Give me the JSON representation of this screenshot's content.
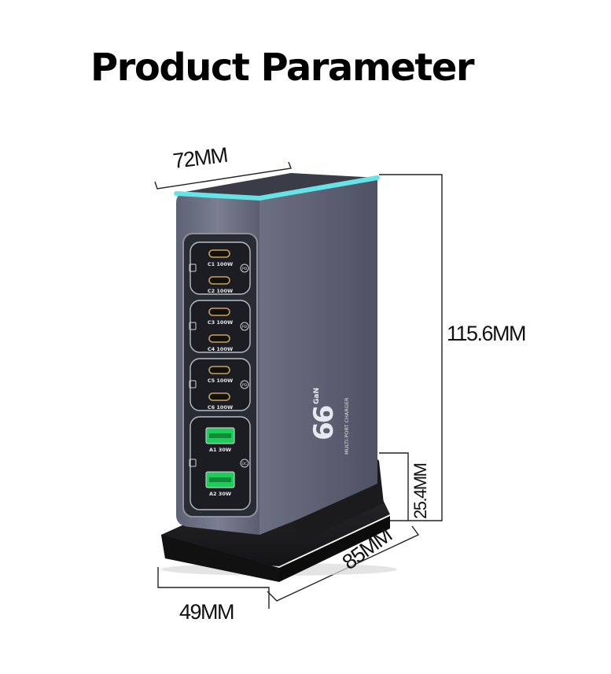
{
  "title": "Product Parameter",
  "dimensions": {
    "width_top": "72MM",
    "height": "115.6MM",
    "base_height": "25.4MM",
    "depth": "85MM",
    "width_bottom": "49MM"
  },
  "ports": [
    {
      "label": "C1 100W",
      "type": "usb-c"
    },
    {
      "label": "C2 100W",
      "type": "usb-c"
    },
    {
      "label": "C3 100W",
      "type": "usb-c"
    },
    {
      "label": "C4 100W",
      "type": "usb-c"
    },
    {
      "label": "C5 100W",
      "type": "usb-c"
    },
    {
      "label": "C6 100W",
      "type": "usb-c"
    },
    {
      "label": "A1 30W",
      "type": "usb-a"
    },
    {
      "label": "A2 30W",
      "type": "usb-a"
    }
  ],
  "brand": {
    "wattage": "66",
    "suffix": "GaN",
    "subtitle": "MULTI-PORT CHARGER"
  },
  "badges": {
    "pd": "PD",
    "qc": "QC"
  },
  "colors": {
    "body": "#6e7284",
    "accent_glow": "#66e3e6",
    "usb_a_green": "#1fcc5a",
    "base": "#1e1e20"
  }
}
